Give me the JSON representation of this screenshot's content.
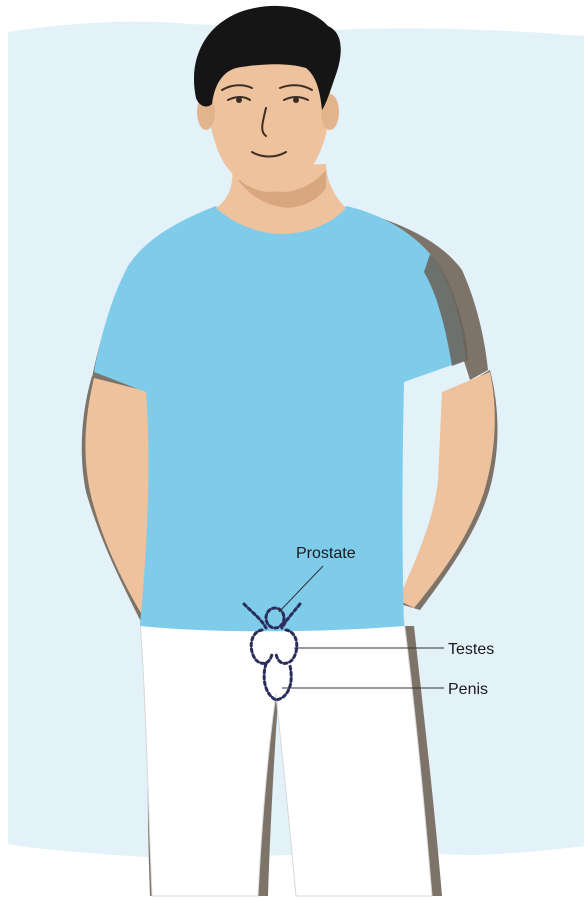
{
  "labels": {
    "prostate": "Prostate",
    "testes": "Testes",
    "penis": "Penis"
  },
  "colors": {
    "background_panel": "#e3f1f9",
    "shirt": "#7fcbea",
    "skin": "#edc29c",
    "shadow": "#7d7369",
    "hair": "#151515",
    "pants": "#ffffff",
    "organ_outline": "#2a2c5c",
    "leader_line": "#333333"
  }
}
